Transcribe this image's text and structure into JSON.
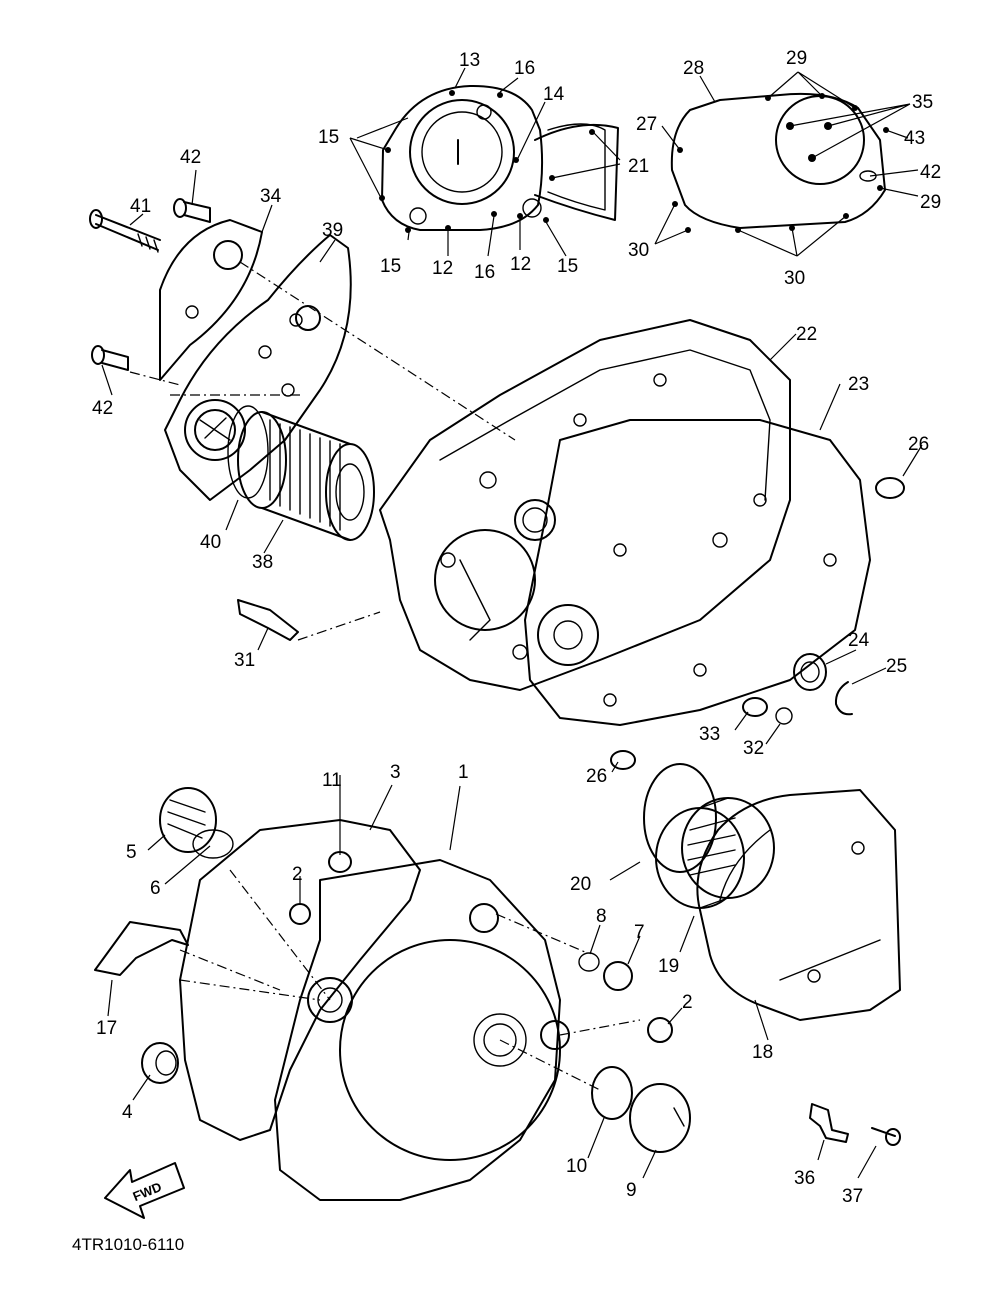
{
  "diagram_code": "4TR1010-6110",
  "direction_arrow": "FWD",
  "callouts": [
    "1",
    "2",
    "3",
    "4",
    "5",
    "6",
    "7",
    "8",
    "9",
    "10",
    "11",
    "12",
    "13",
    "14",
    "15",
    "16",
    "17",
    "18",
    "19",
    "20",
    "21",
    "22",
    "23",
    "24",
    "25",
    "26",
    "27",
    "28",
    "29",
    "30",
    "31",
    "32",
    "33",
    "34",
    "35",
    "36",
    "37",
    "38",
    "39",
    "40",
    "41",
    "42",
    "43"
  ]
}
